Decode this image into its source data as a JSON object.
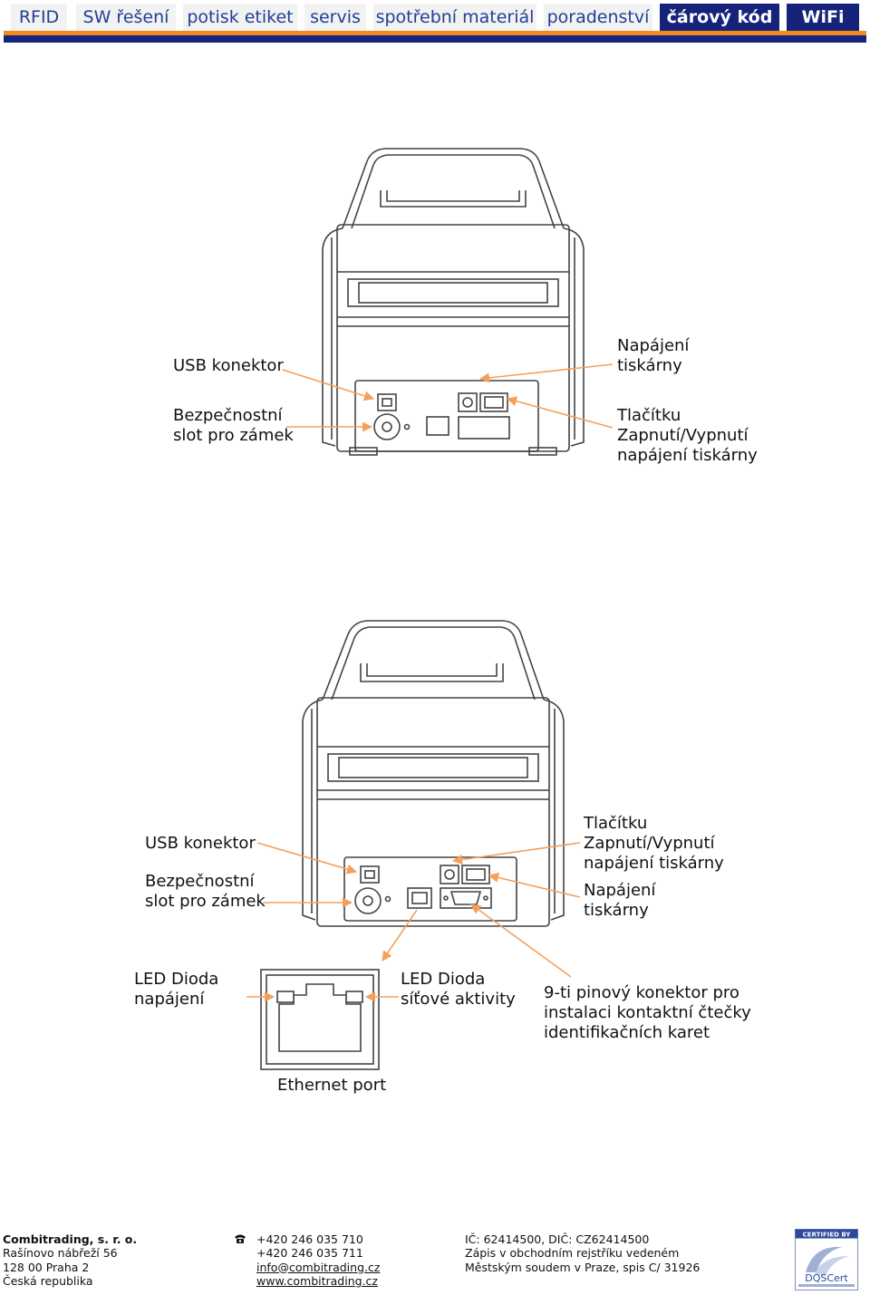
{
  "nav": {
    "tabs": [
      {
        "label": "RFID",
        "dark": false
      },
      {
        "label": "SW řešení",
        "dark": false
      },
      {
        "label": "potisk etiket",
        "dark": false
      },
      {
        "label": "servis",
        "dark": false
      },
      {
        "label": "spotřební materiál",
        "dark": false
      },
      {
        "label": "poradenství",
        "dark": false
      },
      {
        "label": "čárový kód",
        "dark": true
      },
      {
        "label": "WiFi",
        "dark": true
      }
    ]
  },
  "figure1": {
    "usb": "USB konektor",
    "lock": "Bezpečnostní\nslot pro zámek",
    "power": "Napájení\ntiskárny",
    "switch": "Tlačítku\nZapnutí/Vypnutí\nnapájení tiskárny"
  },
  "figure2": {
    "usb": "USB konektor",
    "lock": "Bezpečnostní\nslot pro zámek",
    "switch": "Tlačítku\nZapnutí/Vypnutí\nnapájení tiskárny",
    "power": "Napájení\ntiskárny",
    "led_power": "LED Dioda\nnapájení",
    "led_network": "LED Dioda\nsíťové aktivity",
    "serial": "9-ti pinový konektor pro\ninstalaci kontaktní čtečky\nidentifikačních karet",
    "ethernet": "Ethernet port"
  },
  "footer": {
    "company": "Combitrading, s. r. o.",
    "address1": "Rašínovo nábřeží 56",
    "address2": "128 00 Praha 2",
    "country": "Česká republika",
    "phone1": "+420 246 035 710",
    "phone2": "+420 246 035 711",
    "email": "info@combitrading.cz",
    "web": "www.combitrading.cz",
    "ids": "IČ: 62414500, DIČ: CZ62414500",
    "reg1": "Zápis v obchodním rejstříku vedeném",
    "reg2": "Městským soudem v Praze, spis C/ 31926",
    "cert_top": "CERTIFIED BY",
    "cert_brand": "DQSCert"
  },
  "colors": {
    "nav_text": "#1f3f98",
    "nav_dark": "#16237a",
    "accent_orange": "#f08a1e",
    "arrow": "#f5a05a"
  }
}
